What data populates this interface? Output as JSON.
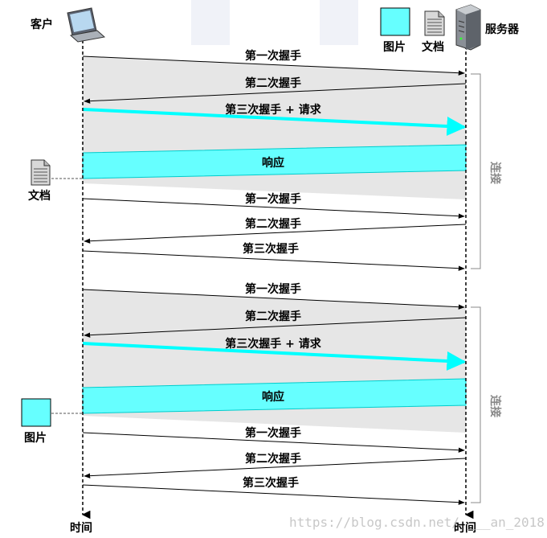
{
  "participants": {
    "client": "客户",
    "server": "服务器"
  },
  "resources": {
    "image": "图片",
    "document": "文档"
  },
  "time_label": "时间",
  "connection_label": "连接",
  "messages": {
    "handshake1": "第一次握手",
    "handshake2": "第二次握手",
    "handshake3": "第三次握手",
    "handshake3_request": "第三次握手 + 请求",
    "response": "响应"
  },
  "watermark": "https://blog.csdn.net/ ___an_2018",
  "colors": {
    "cyan": "#00ffff",
    "cyan_fill": "#66ffff",
    "band": "#e6e6e6",
    "line": "#000000"
  }
}
